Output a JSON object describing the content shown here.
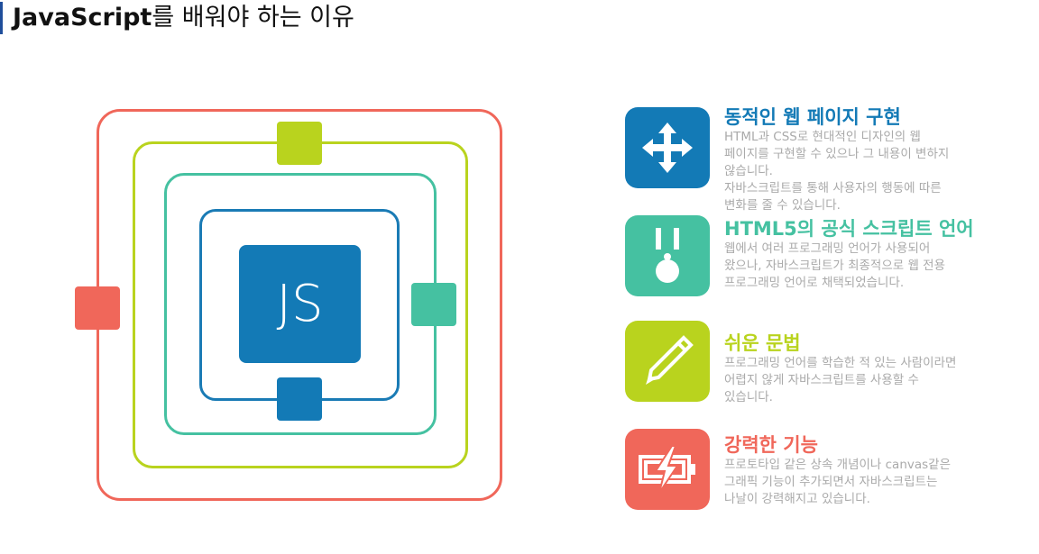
{
  "header": {
    "title_bold": "JavaScript",
    "title_rest": "를 배워야 하는 이유"
  },
  "diagram": {
    "center_label": "JS"
  },
  "colors": {
    "blue": "#137ab6",
    "teal": "#45c1a1",
    "green": "#b9d31e",
    "red": "#f0675a"
  },
  "features": [
    {
      "icon": "move-arrows-icon",
      "title": "동적인 웹 페이지 구현",
      "lines": [
        "HTML과 CSS로 현대적인 디자인의 웹",
        "페이지를 구현할 수 있으나 그 내용이 변하지",
        "않습니다.",
        "자바스크립트를 통해 사용자의 행동에 따른",
        "변화를 줄 수 있습니다."
      ]
    },
    {
      "icon": "medal-icon",
      "title": "HTML5의 공식 스크립트 언어",
      "lines": [
        "웹에서 여러 프로그래밍 언어가 사용되어",
        "왔으나, 자바스크립트가 최종적으로 웹 전용",
        "프로그래밍 언어로 채택되었습니다."
      ]
    },
    {
      "icon": "pencil-icon",
      "title": "쉬운 문법",
      "lines": [
        "프로그래밍 언어를 학습한 적 있는 사람이라면",
        "어렵지 않게 자바스크립트를 사용할 수",
        "있습니다."
      ]
    },
    {
      "icon": "battery-charging-icon",
      "title": "강력한 기능",
      "lines": [
        "프로토타입 같은 상속 개념이나 canvas같은",
        "그래픽 기능이 추가되면서 자바스크립트는",
        "나날이 강력해지고 있습니다."
      ]
    }
  ]
}
